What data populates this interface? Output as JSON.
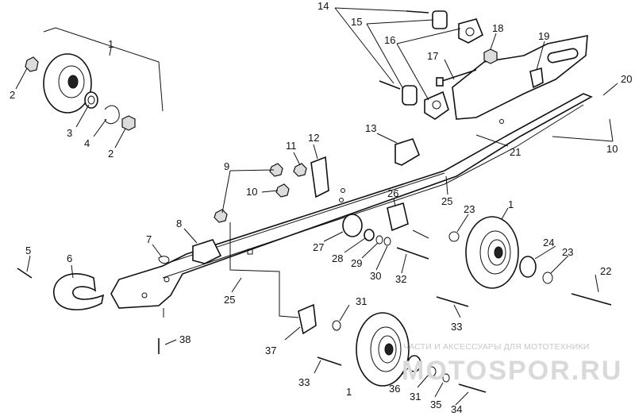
{
  "callouts": {
    "c1a": "1",
    "c1b": "1",
    "c1c": "1",
    "c2a": "2",
    "c2b": "2",
    "c3": "3",
    "c4": "4",
    "c5": "5",
    "c6": "6",
    "c7": "7",
    "c8": "8",
    "c9": "9",
    "c10a": "10",
    "c10b": "10",
    "c11": "11",
    "c12": "12",
    "c13": "13",
    "c14": "14",
    "c15": "15",
    "c16": "16",
    "c17": "17",
    "c18": "18",
    "c19": "19",
    "c20": "20",
    "c21": "21",
    "c22": "22",
    "c23a": "23",
    "c23b": "23",
    "c24": "24",
    "c25a": "25",
    "c25b": "25",
    "c26": "26",
    "c27": "27",
    "c28": "28",
    "c29": "29",
    "c30": "30",
    "c31a": "31",
    "c31b": "31",
    "c32": "32",
    "c33a": "33",
    "c33b": "33",
    "c34": "34",
    "c35": "35",
    "c36": "36",
    "c37": "37",
    "c38": "38"
  },
  "watermark": {
    "tagline": "ЧАСТИ И АКСЕССУАРЫ ДЛЯ МОТОТЕХНИКИ",
    "logo": "MOTOSPOR.RU"
  }
}
